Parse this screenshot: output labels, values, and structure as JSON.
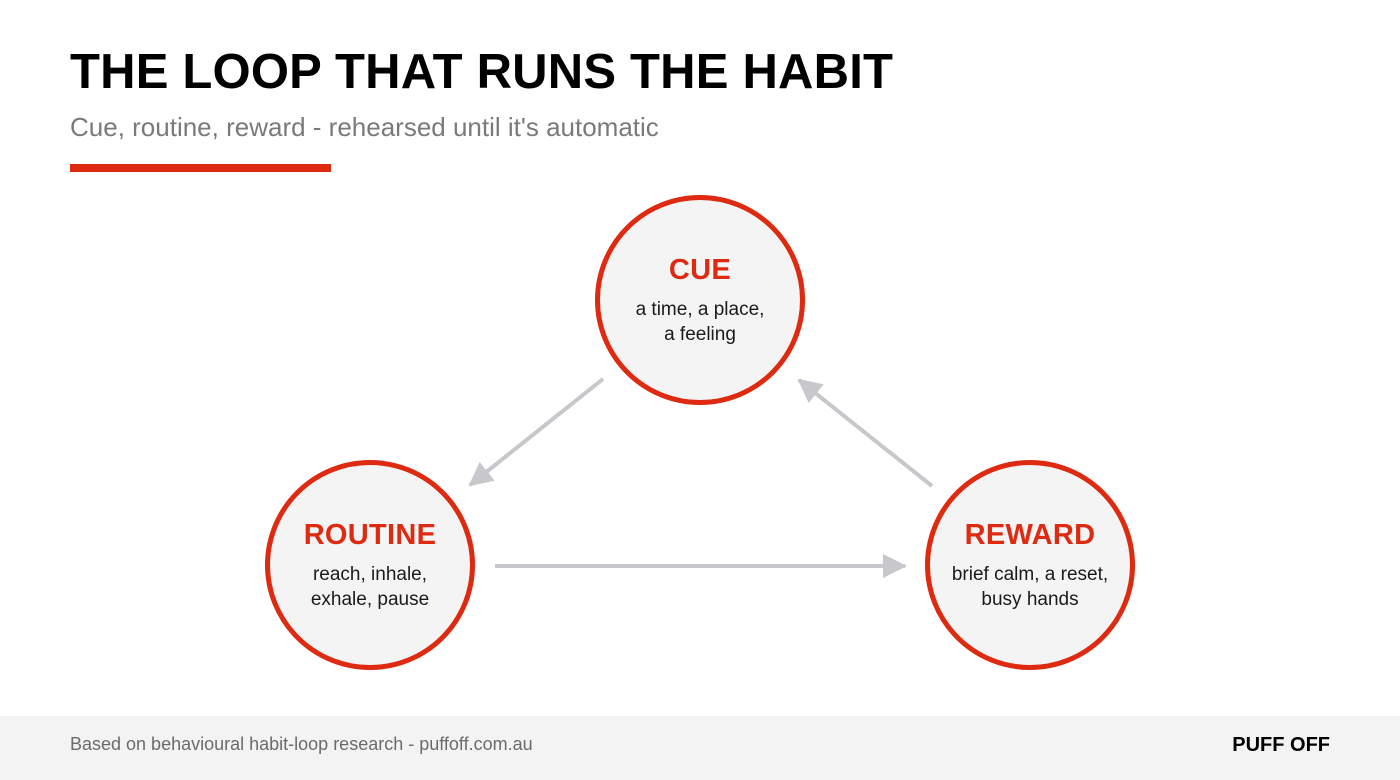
{
  "slide": {
    "title": "THE LOOP THAT RUNS THE HABIT",
    "subtitle": "Cue, routine, reward - rehearsed until it's automatic"
  },
  "diagram": {
    "nodes": [
      {
        "id": "cue",
        "title": "CUE",
        "description": "a time, a place,\na feeling"
      },
      {
        "id": "routine",
        "title": "ROUTINE",
        "description": "reach, inhale,\nexhale, pause"
      },
      {
        "id": "reward",
        "title": "REWARD",
        "description": "brief calm, a reset,\nbusy hands"
      }
    ],
    "edges": [
      {
        "from": "cue",
        "to": "routine"
      },
      {
        "from": "routine",
        "to": "reward"
      },
      {
        "from": "reward",
        "to": "cue"
      }
    ]
  },
  "footer": {
    "source": "Based on behavioural habit-loop research  -  puffoff.com.au",
    "brand": "PUFF OFF"
  },
  "colors": {
    "accent": "#dd2a10",
    "arrow": "#c8c8cc",
    "node_fill": "#f4f4f4",
    "footer_bg": "#f3f3f3"
  }
}
